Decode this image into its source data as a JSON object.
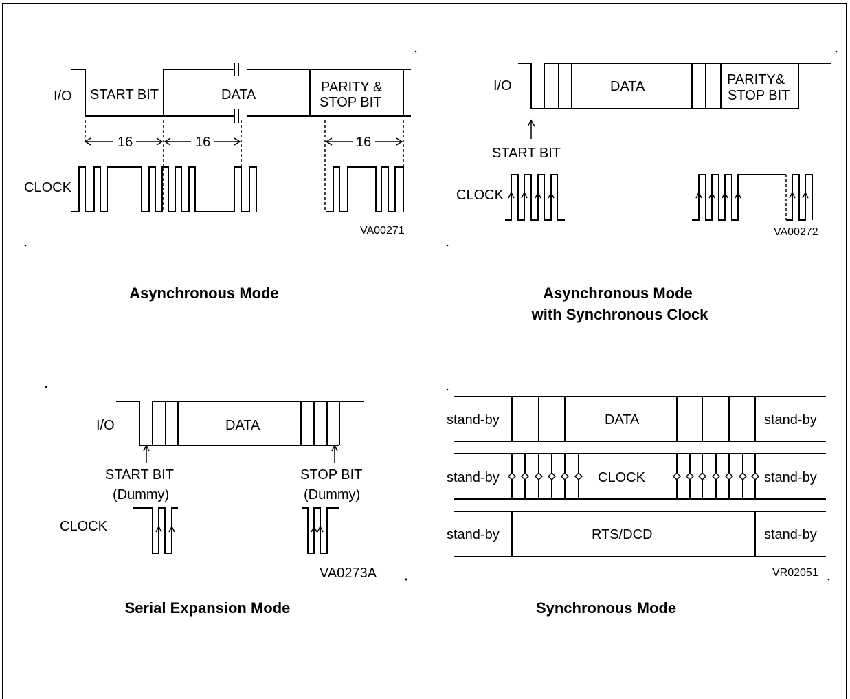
{
  "panels": {
    "async": {
      "caption": "Asynchronous Mode",
      "io": "I/O",
      "start_bit": "START BIT",
      "data": "DATA",
      "parity_line1": "PARITY &",
      "parity_line2": "STOP BIT",
      "count_a": "16",
      "count_b": "16",
      "count_c": "16",
      "clock": "CLOCK",
      "code": "VA00271"
    },
    "async_sync": {
      "caption_line1": "Asynchronous Mode",
      "caption_line2": "with Synchronous Clock",
      "io": "I/O",
      "data": "DATA",
      "parity_line1": "PARITY&",
      "parity_line2": "STOP BIT",
      "start_bit": "START BIT",
      "clock": "CLOCK",
      "code": "VA00272"
    },
    "serial": {
      "caption": "Serial Expansion Mode",
      "io": "I/O",
      "data": "DATA",
      "start_bit": "START BIT",
      "start_dummy": "(Dummy)",
      "stop_bit": "STOP BIT",
      "stop_dummy": "(Dummy)",
      "clock": "CLOCK",
      "code": "VA0273A"
    },
    "sync": {
      "caption": "Synchronous Mode",
      "standby": "stand-by",
      "data": "DATA",
      "clock": "CLOCK",
      "rts": "RTS/DCD",
      "code": "VR02051"
    }
  }
}
